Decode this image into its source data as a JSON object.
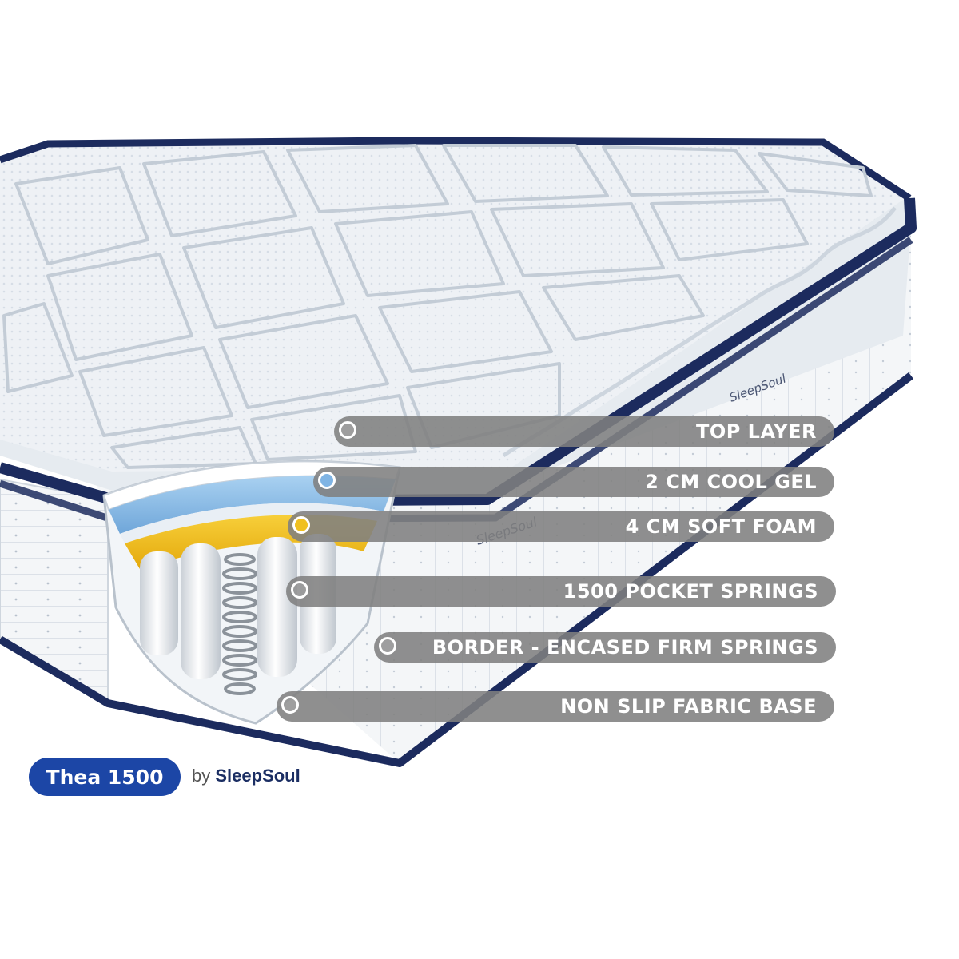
{
  "callouts": [
    {
      "label": "TOP LAYER",
      "dot_color": "#9a9a9a"
    },
    {
      "label": "2 CM COOL GEL",
      "dot_color": "#7fb4e4"
    },
    {
      "label": "4 CM SOFT FOAM",
      "dot_color": "#f0c020"
    },
    {
      "label": "1500 POCKET SPRINGS",
      "dot_color": "#9a9a9a"
    },
    {
      "label": "BORDER - ENCASED FIRM SPRINGS",
      "dot_color": "#9a9a9a"
    },
    {
      "label": "NON SLIP FABRIC BASE",
      "dot_color": "#9a9a9a"
    }
  ],
  "product": {
    "name": "Thea 1500",
    "by_text": "by",
    "brand": "SleepSoul"
  },
  "side_logo_1": "SleepSoul",
  "side_logo_2": "SleepSoul",
  "colors": {
    "navy_piping": "#1c2b5e",
    "brand_blue": "#1c46a6",
    "fabric_white": "#eef2f6",
    "gel_blue": "#7fb4e4",
    "foam_yellow": "#f0b81c"
  }
}
